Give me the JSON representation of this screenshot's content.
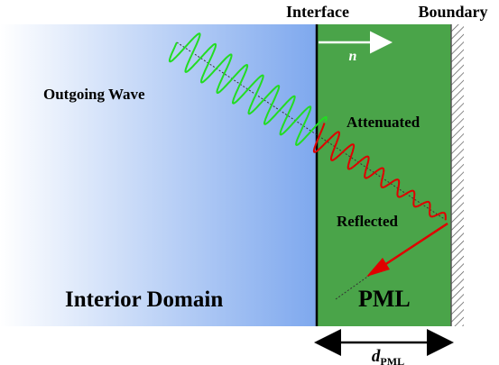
{
  "labels": {
    "interface": "Interface",
    "boundary": "Boundary",
    "normal": "n",
    "outgoing_wave": "Outgoing Wave",
    "attenuated": "Attenuated",
    "reflected": "Reflected",
    "interior_domain": "Interior Domain",
    "pml": "PML",
    "thickness_symbol": "d",
    "thickness_subscript": "PML"
  },
  "colors": {
    "interior_gradient_start": "#ffffff",
    "interior_gradient_end": "#7ea8ee",
    "pml_fill": "#4aa449",
    "incident_wave": "#22dd22",
    "attenuated_wave": "#e00000",
    "reflected_arrow": "#e00000",
    "interface_line": "#000000",
    "text_white": "#ffffff"
  }
}
